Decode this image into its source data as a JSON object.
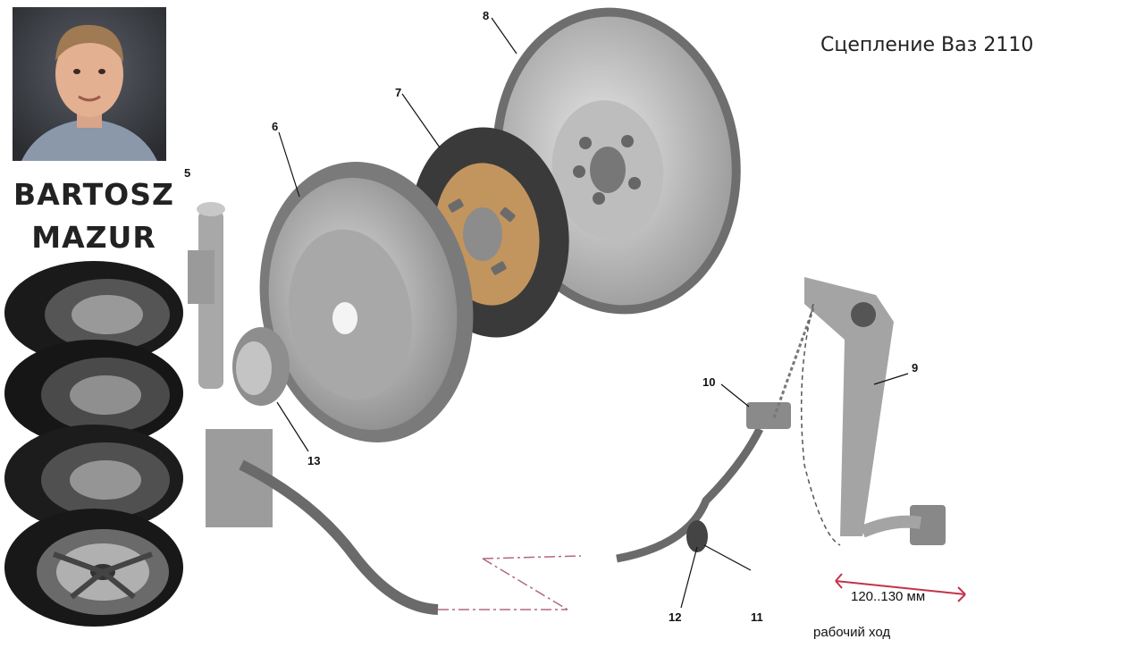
{
  "author": {
    "line1": "BARTOSZ",
    "line2": "MAZUR"
  },
  "caption": "Сцепление Ваз 2110",
  "callouts": {
    "n5": "5",
    "n6": "6",
    "n7": "7",
    "n8": "8",
    "n9": "9",
    "n10": "10",
    "n11": "11",
    "n12": "12",
    "n13": "13"
  },
  "dimension": {
    "travel": "120..130 мм",
    "travel_label": "рабочий ход"
  },
  "icons": [
    "presenter-avatar-icon",
    "tire-stack-icon"
  ]
}
